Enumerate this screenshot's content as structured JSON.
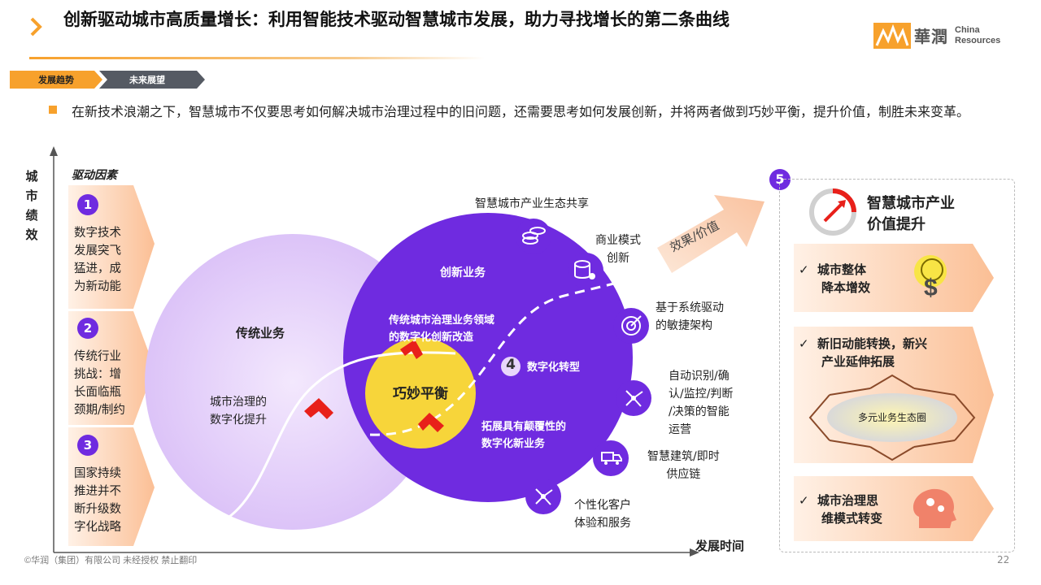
{
  "header": {
    "title": "创新驱动城市高质量增长：利用智能技术驱动智慧城市发展，助力寻找增长的第二条曲线",
    "logo_cn": "華潤",
    "logo_en_line1": "China",
    "logo_en_line2": "Resources"
  },
  "breadcrumb": [
    "发展趋势",
    "未来展望"
  ],
  "intro": "在新技术浪潮之下，智慧城市不仅要思考如何解决城市治理过程中的旧问题，还需要思考如何发展创新，并将两者做到巧妙平衡，提升价值，制胜未来变革。",
  "axes": {
    "y": "城市绩效",
    "x": "发展时间"
  },
  "drivers": {
    "title": "驱动因素",
    "items": [
      {
        "num": "1",
        "lines": [
          "数字技术",
          "发展突飞",
          "猛进，成",
          "为新动能"
        ]
      },
      {
        "num": "2",
        "lines": [
          "传统行业",
          "挑战：增",
          "长面临瓶",
          "颈期/制约"
        ]
      },
      {
        "num": "3",
        "lines": [
          "国家持续",
          "推进并不",
          "断升级数",
          "字化战略"
        ]
      }
    ]
  },
  "diagram": {
    "traditional": "传统业务",
    "governance": [
      "城市治理的",
      "数字化提升"
    ],
    "innovation": "创新业务",
    "legacy_domain": [
      "传统城市治理业务领域",
      "的数字化创新改造"
    ],
    "new_business": [
      "拓展具有颠覆性的",
      "数字化新业务"
    ],
    "transform_num": "4",
    "transform": "数字化转型",
    "balance": "巧妙平衡",
    "arrow_text": "效果/价值",
    "features": [
      {
        "icon": "coins-icon",
        "lines": [
          "智慧城市产业生态共享"
        ]
      },
      {
        "icon": "database-gear-icon",
        "lines": [
          "商业模式",
          "创新"
        ]
      },
      {
        "icon": "target-icon",
        "lines": [
          "基于系统驱动",
          "的敏捷架构"
        ]
      },
      {
        "icon": "network-icon",
        "lines": [
          "自动识别/确",
          "认/监控/判断",
          "/决策的智能",
          "运营"
        ]
      },
      {
        "icon": "delivery-truck-icon",
        "lines": [
          "智慧建筑/即时",
          "供应链"
        ]
      },
      {
        "icon": "network-icon",
        "lines": [
          "个性化客户",
          "体验和服务"
        ]
      }
    ]
  },
  "value": {
    "num": "5",
    "title": [
      "智慧城市产业",
      "价值提升"
    ],
    "cards": [
      {
        "lines": [
          "城市整体",
          "降本增效"
        ],
        "icon": "cost-saving-icon"
      },
      {
        "lines": [
          "新旧动能转换，新兴",
          "产业延伸拓展"
        ],
        "icon": "expand-arrows-icon"
      },
      {
        "lines": [
          "城市治理思",
          "维模式转变"
        ],
        "icon": "head-gears-icon"
      }
    ],
    "ecosystem": "多元业务生态圈"
  },
  "footer": "©华润（集团）有限公司  未经授权 禁止翻印",
  "page": "22",
  "colors": {
    "accent": "#f7a12c",
    "purple": "#6f2be0",
    "lavender": "#e8d6fb",
    "yellow": "#f7d53a",
    "red": "#e8201a"
  }
}
